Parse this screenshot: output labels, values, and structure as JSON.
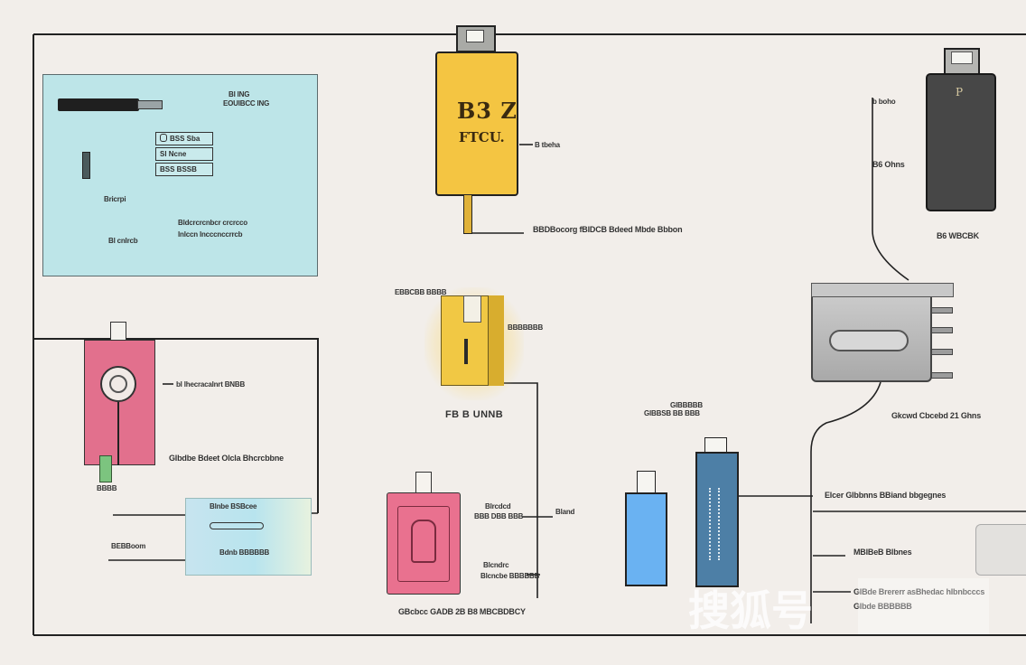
{
  "watermark": "搜狐号",
  "colors": {
    "background": "#f2eeea",
    "panel_cyan": "#bde5e8",
    "yellow": "#f4c542",
    "pink": "#e2708d",
    "blue_light": "#6ab2f2",
    "blue_dark": "#4d7fa6",
    "device_dark": "#474747",
    "device_grey": "#b9b9b9",
    "green": "#7cc47f"
  },
  "top_left_panel": {
    "header": [
      "Bl lNG",
      "EOUlBCC lNG"
    ],
    "menu_items": [
      "BSS Sba",
      "Sl Ncne",
      "BSS BSSB"
    ],
    "cable_label": "Bricrpi",
    "note": [
      "Bldcrcrcnbcr crcrcco",
      "lnlccn lncccnccrrcb"
    ],
    "side_label": "Bl cnlrcb"
  },
  "yellow_drive": {
    "face": [
      "B3 Z",
      "FTCU."
    ],
    "side_label": "B tbeha",
    "cable_label": "BBDBocorg fBlDCB Bdeed Mbde Bbbon"
  },
  "dark_drive": {
    "logo": "P",
    "cable_labels": [
      "b boho",
      "B6 Ohns"
    ],
    "caption": "B6 WBCBK"
  },
  "small_yellow_device": {
    "top_label": "EBBCBB BBBB",
    "side_label": "BBBBBBB",
    "caption": "FB B UNNB"
  },
  "blue_drives": {
    "label": [
      "GlBBBBB",
      "GlBBSB BB BBB"
    ]
  },
  "grey_hub": {
    "caption": "Gkcwd Cbcebd 21 Ghns"
  },
  "pink_drive": {
    "side_label": "bl lhecracalnrt BNBB",
    "caption": "Glbdbe Bdeet Olcla Bhcrcbbne",
    "plug_label": "BBBB"
  },
  "light_blue_card": {
    "line1": "Blnbe BSBcee",
    "line2": "Bdnb BBBBBB",
    "side_label": "BEBBoom"
  },
  "pink_box": {
    "label_top": [
      "Blrcdcd",
      "BBB DBB BBB"
    ],
    "label_right": "Bland",
    "label_bottom": [
      "Blcndrc",
      "Blcncbe BBBBBB"
    ],
    "caption": "GBcbcc GADB 2B B8 MBCBDBCY"
  },
  "right_labels": [
    "Elcer Glbbnns BBiand bbgegnes",
    "MBlBeB Blbnes",
    "GlBde Brererr asBhedac hlbnbcccs",
    "Glbde BBBBBB"
  ]
}
